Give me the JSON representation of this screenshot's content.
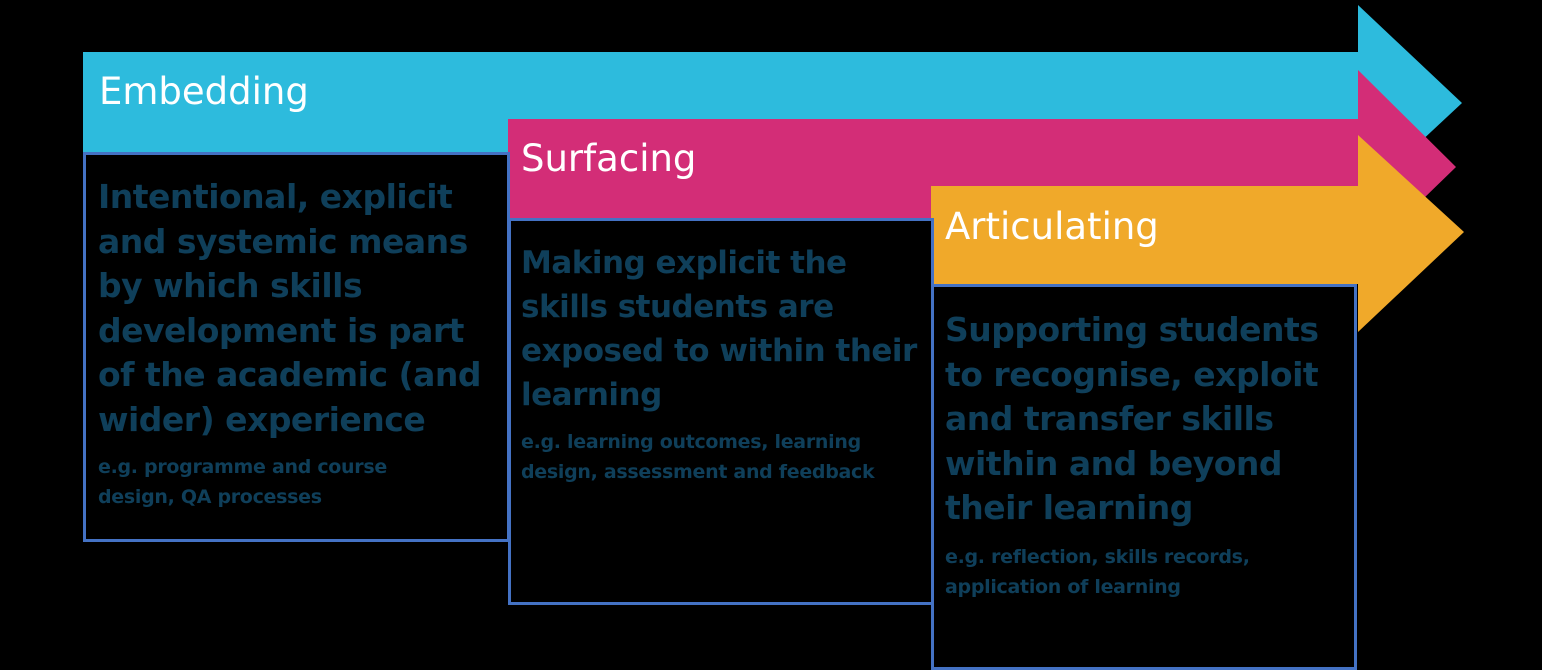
{
  "stages": [
    {
      "title": "Embedding",
      "color": "#2DBBDD",
      "description": "Intentional, explicit and systemic means by which skills development is part of the academic (and wider) experience",
      "example": "e.g. programme and course design, QA processes"
    },
    {
      "title": "Surfacing",
      "color": "#D32D77",
      "description": "Making explicit the skills students are exposed to within their learning",
      "example": "e.g. learning outcomes, learning design, assessment and feedback"
    },
    {
      "title": "Articulating",
      "color": "#F0A92A",
      "description": "Supporting students to recognise, exploit and transfer skills within and beyond their learning",
      "example": "e.g. reflection, skills records, application of learning"
    }
  ],
  "colors": {
    "box_border": "#4472C4",
    "box_text": "#0F3F5A",
    "background": "#000000"
  }
}
